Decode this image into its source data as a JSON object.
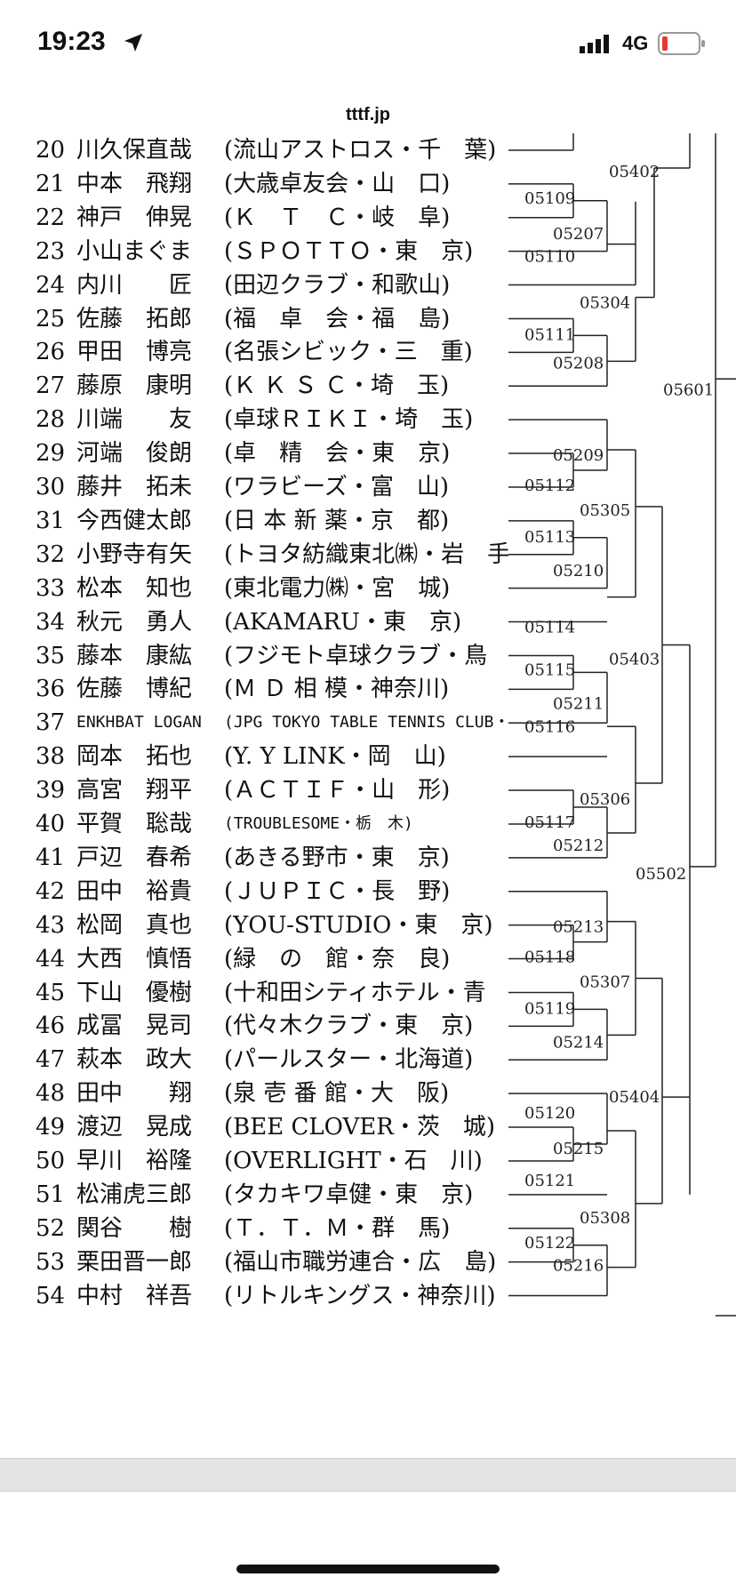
{
  "status": {
    "time": "19:23",
    "network": "4G",
    "location_icon": "location-arrow-icon",
    "signal_icon": "cellular-signal-icon",
    "battery_icon": "battery-low-icon",
    "battery_color": "#e53935"
  },
  "browser": {
    "url": "tttf.jp"
  },
  "players": [
    {
      "no": "20",
      "name": "川久保直哉",
      "club": "(流山アストロス・千　葉)"
    },
    {
      "no": "21",
      "name": "中本　飛翔",
      "club": "(大歳卓友会・山　口)"
    },
    {
      "no": "22",
      "name": "神戸　伸晃",
      "club": "(Ｋ　Ｔ　Ｃ・岐　阜)"
    },
    {
      "no": "23",
      "name": "小山まぐま",
      "club": "(ＳＰＯＴＴＯ・東　京)"
    },
    {
      "no": "24",
      "name": "内川　　匠",
      "club": "(田辺クラブ・和歌山)"
    },
    {
      "no": "25",
      "name": "佐藤　拓郎",
      "club": "(福　卓　会・福　島)"
    },
    {
      "no": "26",
      "name": "甲田　博亮",
      "club": "(名張シビック・三　重)"
    },
    {
      "no": "27",
      "name": "藤原　康明",
      "club": "(Ｋ Ｋ Ｓ Ｃ・埼　玉)"
    },
    {
      "no": "28",
      "name": "川端　　友",
      "club": "(卓球ＲＩＫＩ・埼　玉)"
    },
    {
      "no": "29",
      "name": "河端　俊朗",
      "club": "(卓　精　会・東　京)"
    },
    {
      "no": "30",
      "name": "藤井　拓未",
      "club": "(ワラビーズ・富　山)"
    },
    {
      "no": "31",
      "name": "今西健太郎",
      "club": "(日 本 新 薬・京　都)"
    },
    {
      "no": "32",
      "name": "小野寺有矢",
      "club": "(トヨタ紡織東北㈱・岩　手)"
    },
    {
      "no": "33",
      "name": "松本　知也",
      "club": "(東北電力㈱・宮　城)"
    },
    {
      "no": "34",
      "name": "秋元　勇人",
      "club": "(AKAMARU・東　京)"
    },
    {
      "no": "35",
      "name": "藤本　康紘",
      "club": "(フジモト卓球クラブ・鳥　取)"
    },
    {
      "no": "36",
      "name": "佐藤　博紀",
      "club": "(Ｍ Ｄ 相 模・神奈川)"
    },
    {
      "no": "37",
      "name": "ENKHBAT LOGAN",
      "club": "(JPG TOKYO TABLE TENNIS CLUB・東　京)"
    },
    {
      "no": "38",
      "name": "岡本　拓也",
      "club": "(Y. Y LINK・岡　山)"
    },
    {
      "no": "39",
      "name": "高宮　翔平",
      "club": "(ＡＣＴＩＦ・山　形)"
    },
    {
      "no": "40",
      "name": "平賀　聡哉",
      "club": "(TROUBLESOME・栃　木)"
    },
    {
      "no": "41",
      "name": "戸辺　春希",
      "club": "(あきる野市・東　京)"
    },
    {
      "no": "42",
      "name": "田中　裕貴",
      "club": "(ＪＵＰＩＣ・長　野)"
    },
    {
      "no": "43",
      "name": "松岡　真也",
      "club": "(YOU-STUDIO・東　京)"
    },
    {
      "no": "44",
      "name": "大西　慎悟",
      "club": "(緑　の　館・奈　良)"
    },
    {
      "no": "45",
      "name": "下山　優樹",
      "club": "(十和田シティホテル・青　森)"
    },
    {
      "no": "46",
      "name": "成冨　晃司",
      "club": "(代々木クラブ・東　京)"
    },
    {
      "no": "47",
      "name": "萩本　政大",
      "club": "(パールスター・北海道)"
    },
    {
      "no": "48",
      "name": "田中　　翔",
      "club": "(泉 壱 番 館・大　阪)"
    },
    {
      "no": "49",
      "name": "渡辺　晃成",
      "club": "(BEE CLOVER・茨　城)"
    },
    {
      "no": "50",
      "name": "早川　裕隆",
      "club": "(OVERLIGHT・石　川)"
    },
    {
      "no": "51",
      "name": "松浦虎三郎",
      "club": "(タカキワ卓健・東　京)"
    },
    {
      "no": "52",
      "name": "関谷　　樹",
      "club": "(Ｔ．Ｔ．Ｍ・群　馬)"
    },
    {
      "no": "53",
      "name": "栗田晋一郎",
      "club": "(福山市職労連合・広　島)"
    },
    {
      "no": "54",
      "name": "中村　祥吾",
      "club": "(リトルキングス・神奈川)"
    }
  ],
  "match_codes": [
    "05402",
    "05109",
    "05207",
    "05110",
    "05304",
    "05111",
    "05208",
    "05601",
    "05209",
    "05112",
    "05305",
    "05113",
    "05210",
    "05114",
    "05403",
    "05115",
    "05211",
    "05116",
    "05306",
    "05117",
    "05212",
    "05502",
    "05213",
    "05118",
    "05307",
    "05119",
    "05214",
    "05404",
    "05120",
    "05215",
    "05121",
    "05308",
    "05122",
    "05216"
  ]
}
